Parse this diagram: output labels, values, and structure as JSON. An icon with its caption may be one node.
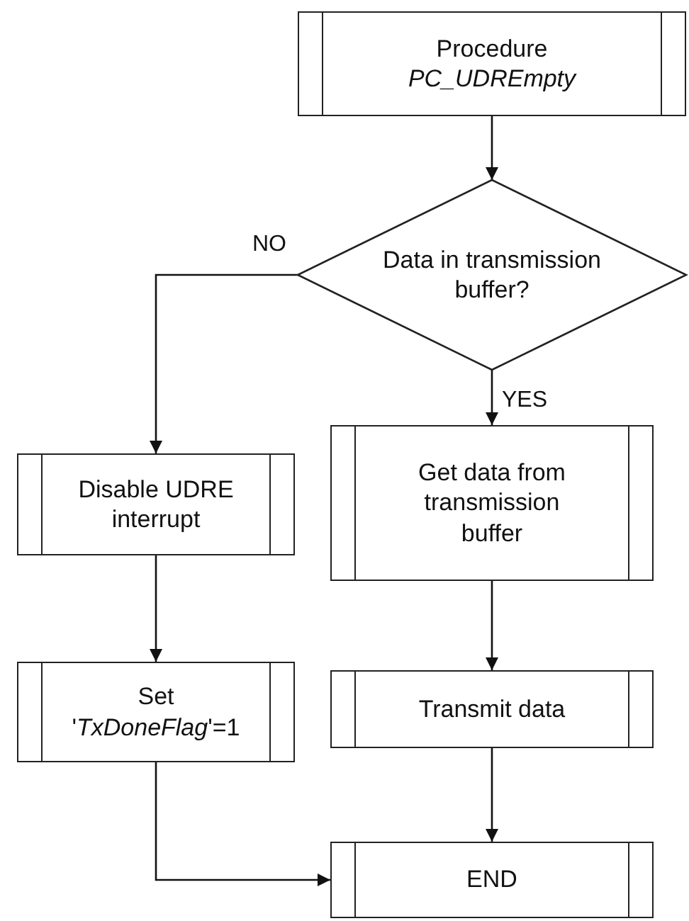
{
  "diagram": {
    "nodes": [
      {
        "text": [
          "Procedure *PC_UDREmpty*"
        ]
      },
      {
        "text": [
          "Data in transmission buffer?"
        ]
      },
      {
        "text": [
          "Disable UDRE interrupt"
        ]
      },
      {
        "text": [
          "Set '*TxDoneFlag*'=1"
        ]
      },
      {
        "text": [
          "Get data from transmission buffer"
        ]
      },
      {
        "text": [
          "Transmit data"
        ]
      },
      {
        "text": [
          "END"
        ]
      }
    ],
    "edges": [
      {
        "from": 0,
        "to": 1,
        "arrow": "to"
      },
      {
        "from": 1,
        "to": 2,
        "arrow": "to",
        "label": "NO"
      },
      {
        "from": 1,
        "to": 4,
        "arrow": "to",
        "label": "YES"
      },
      {
        "from": 2,
        "to": 3,
        "arrow": "to"
      },
      {
        "from": 4,
        "to": 5,
        "arrow": "to"
      },
      {
        "from": 5,
        "to": 6,
        "arrow": "to"
      },
      {
        "from": 3,
        "to": 6,
        "arrow": "to"
      }
    ]
  }
}
